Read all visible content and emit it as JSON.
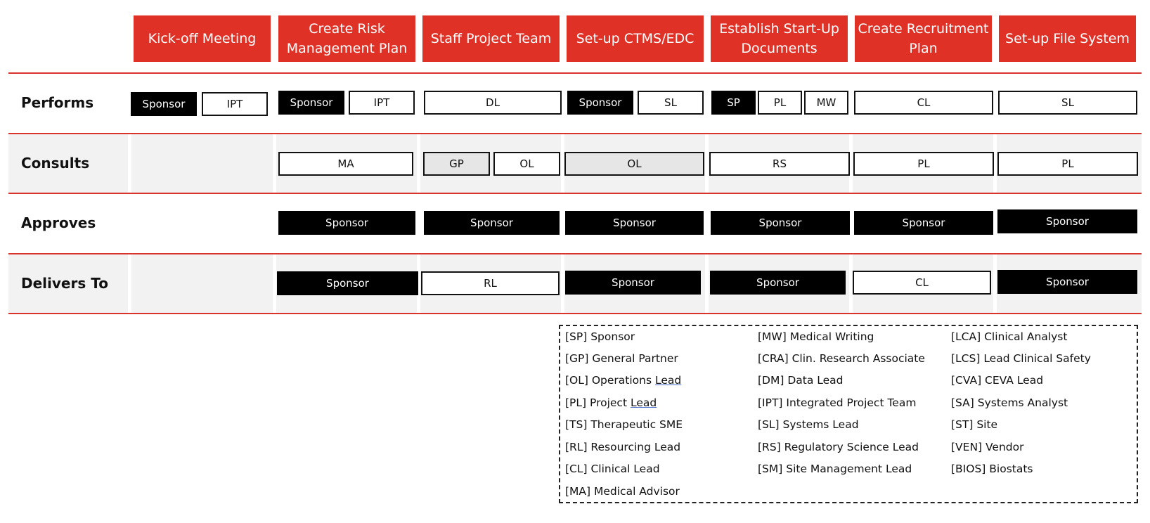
{
  "columns": [
    "Kick-off Meeting",
    "Create Risk Management Plan",
    "Staff Project Team",
    "Set-up CTMS/EDC",
    "Establish Start-Up Documents",
    "Create Recruitment Plan",
    "Set-up File System"
  ],
  "rows": [
    "Performs",
    "Consults",
    "Approves",
    "Delivers To"
  ],
  "cells": {
    "performs": [
      [
        "Sponsor",
        "IPT"
      ],
      [
        "Sponsor",
        "IPT"
      ],
      [
        "DL"
      ],
      [
        "Sponsor",
        "SL"
      ],
      [
        "SP",
        "PL",
        "MW"
      ],
      [
        "CL"
      ],
      [
        "SL"
      ]
    ],
    "consults": [
      [],
      [
        "MA"
      ],
      [
        "GP",
        "OL"
      ],
      [
        "OL"
      ],
      [
        "RS"
      ],
      [
        "PL"
      ],
      [
        "PL"
      ]
    ],
    "approves": [
      [],
      [
        "Sponsor"
      ],
      [
        "Sponsor"
      ],
      [
        "Sponsor"
      ],
      [
        "Sponsor"
      ],
      [
        "Sponsor"
      ],
      [
        "Sponsor"
      ]
    ],
    "delivers_to": [
      [],
      [
        "Sponsor"
      ],
      [
        "RL"
      ],
      [
        "Sponsor"
      ],
      [
        "Sponsor"
      ],
      [
        "CL"
      ],
      [
        "Sponsor"
      ]
    ]
  },
  "legend": {
    "col1": [
      {
        "text": "[SP] Sponsor"
      },
      {
        "text": "[GP] General Partner"
      },
      {
        "prefix": "[OL] Operations ",
        "underlined": "Lead"
      },
      {
        "prefix": "[PL] Project ",
        "underlined": "Lead"
      },
      {
        "text": "[TS] Therapeutic SME"
      },
      {
        "text": "[RL] Resourcing Lead"
      },
      {
        "text": "[CL] Clinical Lead"
      },
      {
        "text": "[MA] Medical Advisor"
      }
    ],
    "col2": [
      {
        "text": "[MW] Medical Writing"
      },
      {
        "text": "[CRA] Clin. Research Associate"
      },
      {
        "text": "[DM] Data Lead"
      },
      {
        "text": "[IPT] Integrated Project Team"
      },
      {
        "text": "[SL] Systems Lead"
      },
      {
        "text": "[RS] Regulatory Science Lead"
      },
      {
        "text": "[SM] Site Management Lead"
      }
    ],
    "col3": [
      {
        "text": "[LCA] Clinical Analyst"
      },
      {
        "text": "[LCS] Lead Clinical Safety"
      },
      {
        "text": "[CVA] CEVA Lead"
      },
      {
        "text": "[SA] Systems Analyst"
      },
      {
        "text": "[ST] Site"
      },
      {
        "text": "[VEN] Vendor"
      },
      {
        "text": "[BIOS] Biostats"
      }
    ]
  },
  "colors": {
    "header_red": "#e03127",
    "line_red": "#d9342b",
    "band_gray": "#f2f2f2",
    "chip_black": "#000000",
    "chip_gray": "#e6e6e6"
  }
}
